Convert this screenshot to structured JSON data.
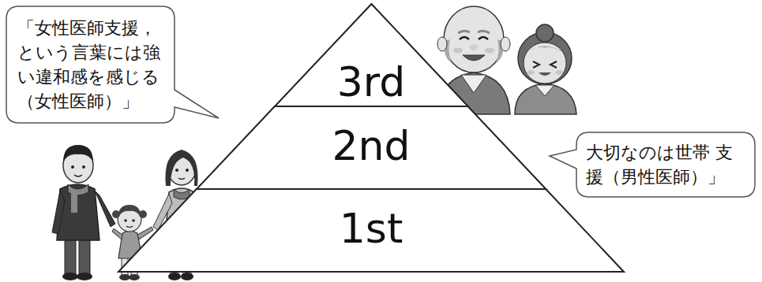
{
  "diagram": {
    "nodes": [
      {
        "text": [
          "「女性医師支援， という言葉には強 い違和感を感じる （女性医師）」"
        ]
      },
      {
        "text": [
          "3rd"
        ]
      },
      {
        "text": [
          "2nd"
        ]
      },
      {
        "text": [
          "大切なのは世帯 支援（男性医師）」"
        ]
      },
      {
        "text": [
          "1st"
        ]
      }
    ]
  }
}
